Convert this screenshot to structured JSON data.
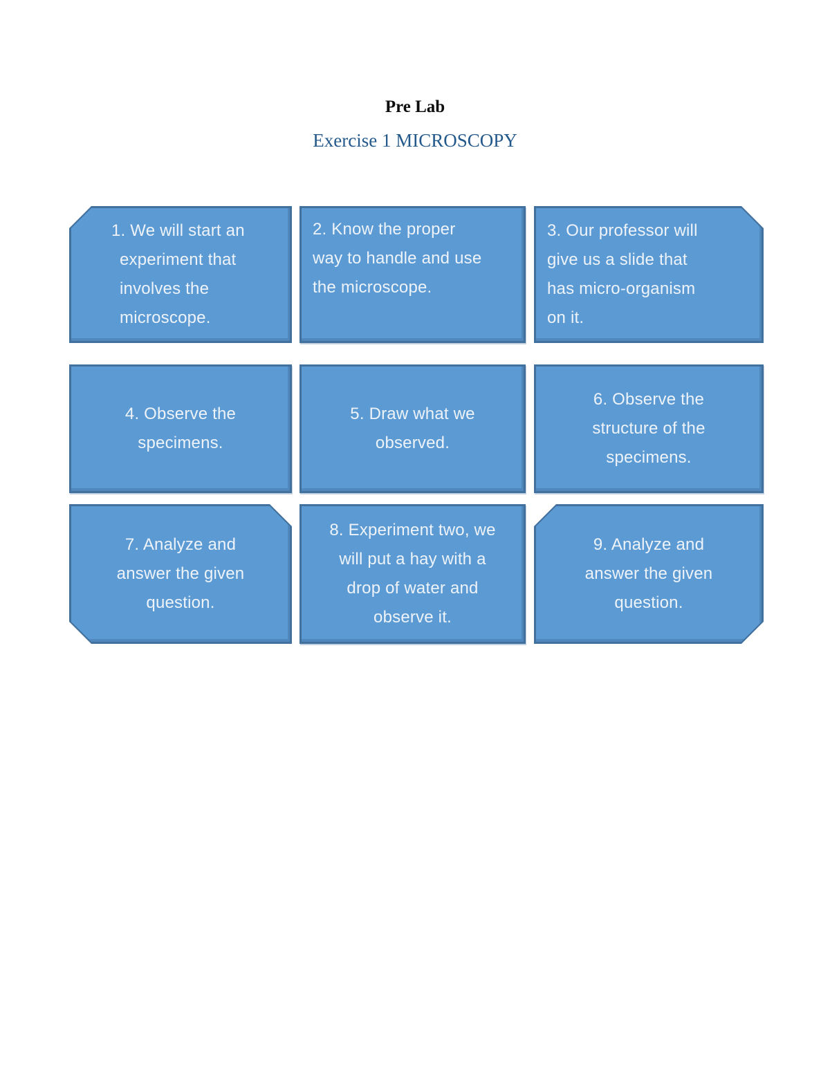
{
  "page": {
    "title": "Pre Lab",
    "subtitle": "Exercise 1 MICROSCOPY"
  },
  "colors": {
    "box_fill": "#5b9ad3",
    "box_border": "#41719c",
    "box_text": "#eef3f9",
    "subtitle_text": "#24598c",
    "title_text": "#0d0d0d",
    "page_background": "#ffffff"
  },
  "boxes": [
    {
      "number": 1,
      "text": "1. We will start an\nexperiment that\ninvolves the\nmicroscope."
    },
    {
      "number": 2,
      "text": "2. Know the proper\nway to handle and use\nthe microscope."
    },
    {
      "number": 3,
      "text": "3. Our professor will\ngive us a slide that\nhas micro-organism\non it."
    },
    {
      "number": 4,
      "text": "4. Observe the\nspecimens."
    },
    {
      "number": 5,
      "text": "5. Draw what we\nobserved."
    },
    {
      "number": 6,
      "text": "6. Observe the\nstructure of the\nspecimens."
    },
    {
      "number": 7,
      "text": "7. Analyze and\nanswer the given\nquestion."
    },
    {
      "number": 8,
      "text": "8. Experiment two, we\nwill put a hay with a\ndrop of water and\nobserve it."
    },
    {
      "number": 9,
      "text": "9. Analyze and\nanswer the given\nquestion."
    }
  ]
}
